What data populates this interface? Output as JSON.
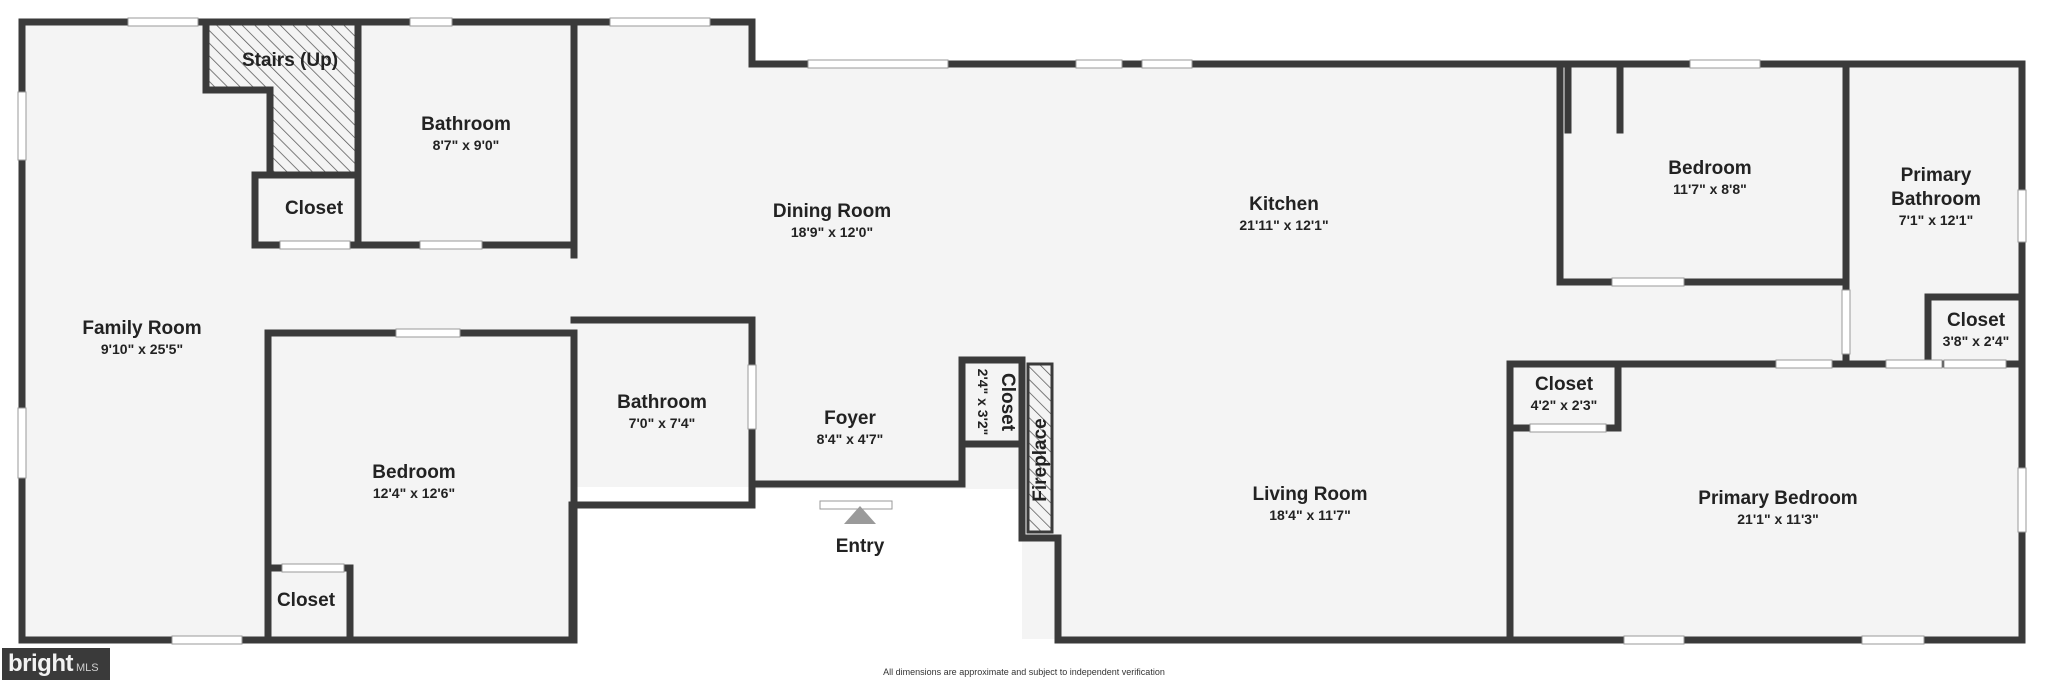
{
  "rooms": {
    "family_room": {
      "name": "Family Room",
      "dim": "9'10\" x 25'5\""
    },
    "stairs": {
      "name": "Stairs (Up)"
    },
    "bathroom_top": {
      "name": "Bathroom",
      "dim": "8'7\" x 9'0\""
    },
    "closet_top": {
      "name": "Closet"
    },
    "dining_room": {
      "name": "Dining Room",
      "dim": "18'9\" x 12'0\""
    },
    "kitchen": {
      "name": "Kitchen",
      "dim": "21'11\" x 12'1\""
    },
    "bedroom_right": {
      "name": "Bedroom",
      "dim": "11'7\" x 8'8\""
    },
    "primary_bathroom": {
      "name_line1": "Primary",
      "name_line2": "Bathroom",
      "dim": "7'1\" x 12'1\""
    },
    "closet_primary_bath": {
      "name": "Closet",
      "dim": "3'8\" x 2'4\""
    },
    "bedroom_left": {
      "name": "Bedroom",
      "dim": "12'4\" x 12'6\""
    },
    "closet_bedroom_left": {
      "name": "Closet"
    },
    "bathroom_mid": {
      "name": "Bathroom",
      "dim": "7'0\" x 7'4\""
    },
    "foyer": {
      "name": "Foyer",
      "dim": "8'4\" x 4'7\""
    },
    "closet_foyer": {
      "name": "Closet",
      "dim": "2'4\" x 3'2\""
    },
    "fireplace": {
      "name": "Fireplace"
    },
    "living_room": {
      "name": "Living Room",
      "dim": "18'4\" x 11'7\""
    },
    "closet_primary_bedroom": {
      "name": "Closet",
      "dim": "4'2\" x 2'3\""
    },
    "primary_bedroom": {
      "name": "Primary Bedroom",
      "dim": "21'1\" x 11'3\""
    }
  },
  "entry_label": "Entry",
  "disclaimer": "All dimensions are approximate and subject to independent verification",
  "logo": {
    "main": "bright",
    "sub": "MLS"
  },
  "colors": {
    "wall": "#3a3a3a",
    "floor": "#f4f4f4",
    "window": "#ffffff",
    "hatch": "#555555"
  }
}
